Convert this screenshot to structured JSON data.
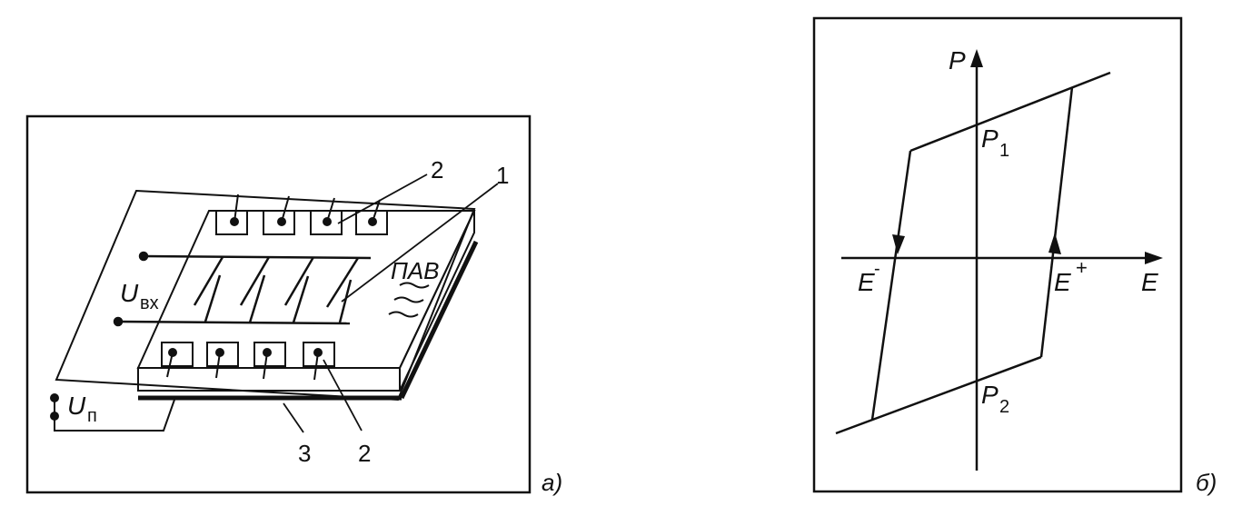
{
  "panel_a": {
    "caption": "а)",
    "labels": {
      "n1": "1",
      "n2_top": "2",
      "n2_bottom": "2",
      "n3": "3",
      "pav": "ПАВ",
      "u_in_main": "U",
      "u_in_sub": "вх",
      "u_p_main": "U",
      "u_p_sub": "п"
    }
  },
  "panel_b": {
    "caption": "б)",
    "labels": {
      "p_axis": "P",
      "e_axis": "E",
      "p1_main": "P",
      "p1_sub": "1",
      "p2_main": "P",
      "p2_sub": "2",
      "e_minus_main": "E",
      "e_minus_sup": "-",
      "e_plus_main": "E",
      "e_plus_sup": "+"
    }
  }
}
